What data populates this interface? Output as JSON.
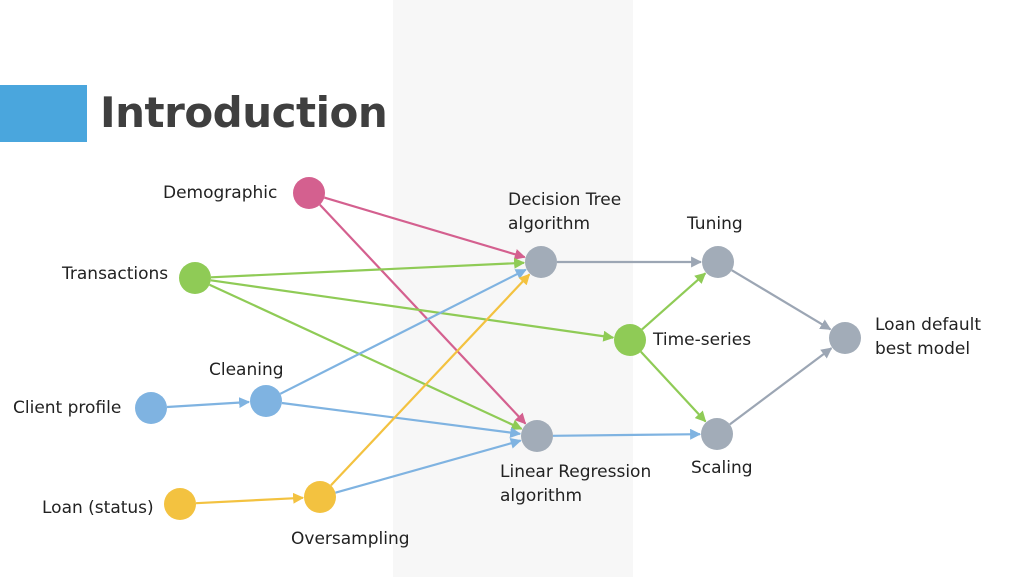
{
  "slide": {
    "title": "Introduction",
    "accent_color": "#4aa6dd"
  },
  "diagram": {
    "colors": {
      "demographic": "#d4608f",
      "transactions": "#8fcb56",
      "client": "#7fb3e1",
      "loan": "#f3c240",
      "model": "#a2acb8",
      "arrow_gray": "#9ca6b4"
    },
    "nodes": [
      {
        "id": "demographic",
        "label": "Demographic",
        "color": "demographic"
      },
      {
        "id": "transactions",
        "label": "Transactions",
        "color": "transactions"
      },
      {
        "id": "client",
        "label": "Client profile",
        "color": "client"
      },
      {
        "id": "loan",
        "label": "Loan (status)",
        "color": "loan"
      },
      {
        "id": "cleaning",
        "label": "Cleaning",
        "color": "client"
      },
      {
        "id": "oversampling",
        "label": "Oversampling",
        "color": "loan"
      },
      {
        "id": "dtree",
        "label": "Decision Tree\nalgorithm",
        "color": "model"
      },
      {
        "id": "linreg",
        "label": "Linear Regression\nalgorithm",
        "color": "model"
      },
      {
        "id": "timeseries",
        "label": "Time-series",
        "color": "transactions"
      },
      {
        "id": "tuning",
        "label": "Tuning",
        "color": "model"
      },
      {
        "id": "scaling",
        "label": "Scaling",
        "color": "model"
      },
      {
        "id": "best",
        "label": "Loan default\nbest model",
        "color": "model"
      }
    ],
    "edges": [
      {
        "from": "demographic",
        "to": "dtree",
        "color": "demographic"
      },
      {
        "from": "demographic",
        "to": "linreg",
        "color": "demographic"
      },
      {
        "from": "transactions",
        "to": "dtree",
        "color": "transactions"
      },
      {
        "from": "transactions",
        "to": "timeseries",
        "color": "transactions"
      },
      {
        "from": "transactions",
        "to": "linreg",
        "color": "transactions"
      },
      {
        "from": "client",
        "to": "cleaning",
        "color": "client"
      },
      {
        "from": "cleaning",
        "to": "dtree",
        "color": "client"
      },
      {
        "from": "cleaning",
        "to": "linreg",
        "color": "client"
      },
      {
        "from": "loan",
        "to": "oversampling",
        "color": "loan"
      },
      {
        "from": "oversampling",
        "to": "dtree",
        "color": "loan"
      },
      {
        "from": "oversampling",
        "to": "linreg",
        "color": "client"
      },
      {
        "from": "dtree",
        "to": "tuning",
        "color": "arrow_gray"
      },
      {
        "from": "linreg",
        "to": "scaling",
        "color": "client"
      },
      {
        "from": "timeseries",
        "to": "tuning",
        "color": "transactions"
      },
      {
        "from": "timeseries",
        "to": "scaling",
        "color": "transactions"
      },
      {
        "from": "tuning",
        "to": "best",
        "color": "arrow_gray"
      },
      {
        "from": "scaling",
        "to": "best",
        "color": "arrow_gray"
      }
    ]
  }
}
